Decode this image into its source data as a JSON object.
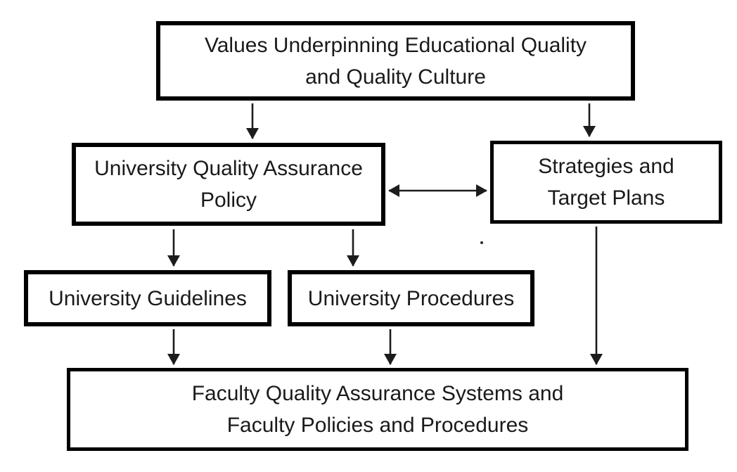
{
  "colors": {
    "background": "#ffffff",
    "box_border": "#000000",
    "text": "#1a1a1a",
    "arrow": "#1c1c1c"
  },
  "nodes": {
    "values": {
      "line1": "Values Underpinning Educational Quality",
      "line2": "and Quality Culture"
    },
    "policy": {
      "line1": "University Quality Assurance",
      "line2": "Policy"
    },
    "strategies": {
      "line1": "Strategies and",
      "line2": "Target Plans"
    },
    "guidelines": {
      "line1": "University Guidelines"
    },
    "procedures": {
      "line1": "University Procedures"
    },
    "faculty": {
      "line1": "Faculty Quality Assurance Systems and",
      "line2": "Faculty Policies and Procedures"
    }
  },
  "edges": [
    {
      "from": "values",
      "to": "policy",
      "style": "arrow-down"
    },
    {
      "from": "values",
      "to": "strategies",
      "style": "arrow-down"
    },
    {
      "from": "policy",
      "to": "strategies",
      "style": "double-headed-horizontal"
    },
    {
      "from": "policy",
      "to": "guidelines",
      "style": "arrow-down"
    },
    {
      "from": "policy",
      "to": "procedures",
      "style": "arrow-down"
    },
    {
      "from": "guidelines",
      "to": "faculty",
      "style": "arrow-down"
    },
    {
      "from": "procedures",
      "to": "faculty",
      "style": "arrow-down"
    },
    {
      "from": "strategies",
      "to": "faculty",
      "style": "arrow-down"
    }
  ]
}
